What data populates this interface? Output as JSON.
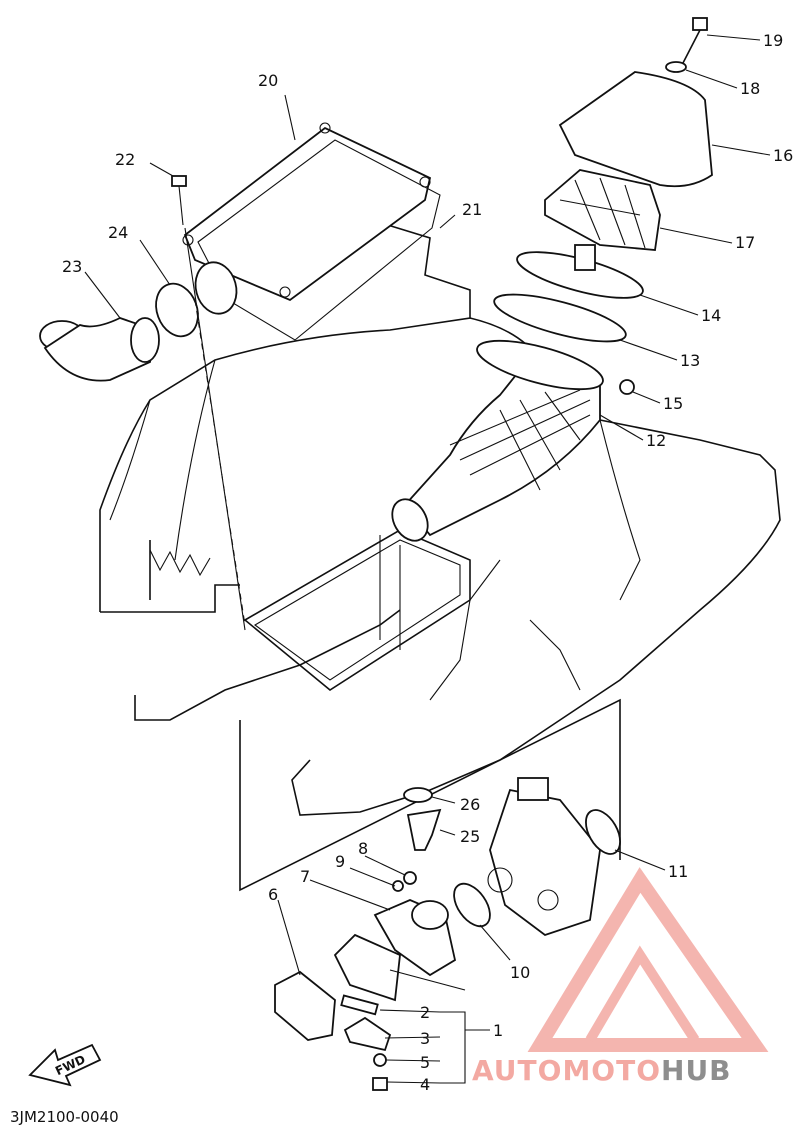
{
  "diagram": {
    "callouts": [
      "1",
      "2",
      "3",
      "4",
      "5",
      "6",
      "7",
      "8",
      "9",
      "10",
      "11",
      "12",
      "13",
      "14",
      "15",
      "16",
      "17",
      "18",
      "19",
      "20",
      "21",
      "22",
      "23",
      "24",
      "25",
      "26"
    ],
    "drawing_code": "3JM2100-0040",
    "fwd_label": "FWD"
  },
  "watermark": {
    "text_pink": "AUTOMOTO",
    "text_gray": "HUB",
    "color_pink": "#f3a9a2",
    "color_gray": "#8e8e8e",
    "logo": "automotohub-triangle-logo"
  }
}
